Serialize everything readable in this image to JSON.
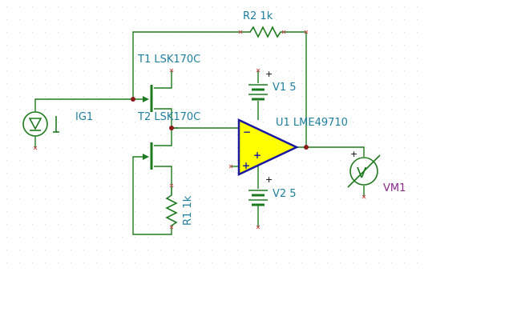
{
  "labels": {
    "r2": "R2 1k",
    "t1": "T1 LSK170C",
    "t2": "T2 LSK170C",
    "ig1": "IG1",
    "v1": "V1 5",
    "u1": "U1 LME49710",
    "v2": "V2 5",
    "r1": "R1 1k",
    "vm1": "VM1"
  },
  "signs": {
    "plus": "+",
    "minus": "−",
    "volt": "V"
  },
  "colors": {
    "wire": "#1e7a1e",
    "label": "#1f7f9e",
    "meter_label": "#8a2a8a",
    "opamp_fill": "#ffff00",
    "opamp_stroke": "#1a1aa0",
    "node": "#8b1a1a"
  },
  "icons": [
    "current-source-icon",
    "voltmeter-icon",
    "resistor-icon",
    "jfet-icon",
    "battery-icon",
    "opamp-icon"
  ]
}
